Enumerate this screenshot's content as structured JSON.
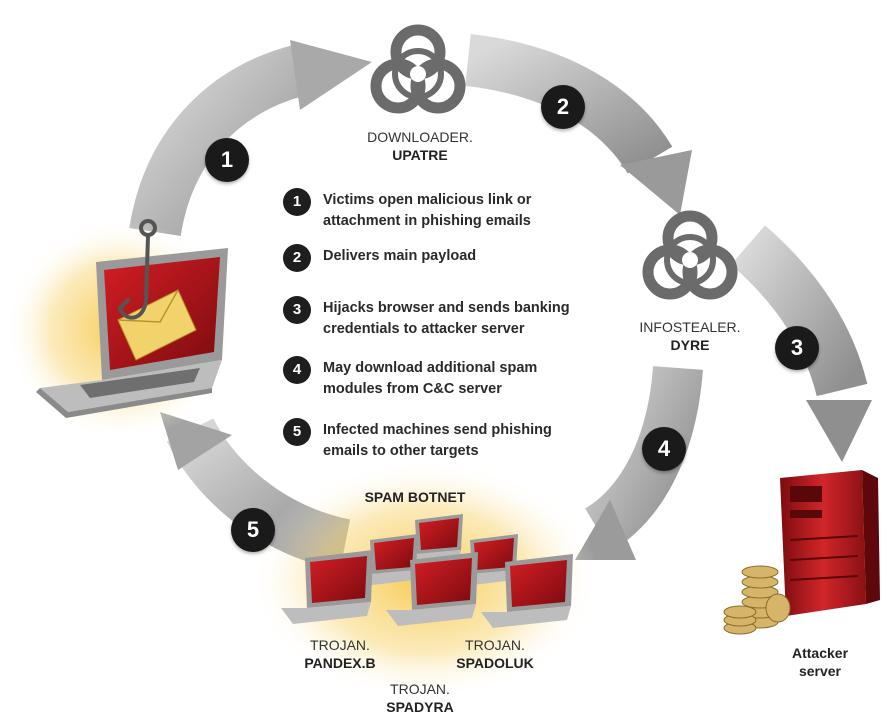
{
  "nodes": {
    "downloader": {
      "line1": "DOWNLOADER.",
      "line2": "UPATRE"
    },
    "infostealer": {
      "line1": "INFOSTEALER.",
      "line2": "DYRE"
    },
    "spam_botnet": {
      "title": "SPAM BOTNET"
    },
    "trojan_pandex": {
      "line1": "TROJAN.",
      "line2": "PANDEX.B"
    },
    "trojan_spadoluk": {
      "line1": "TROJAN.",
      "line2": "SPADOLUK"
    },
    "trojan_spadyra": {
      "line1": "TROJAN.",
      "line2": "SPADYRA"
    },
    "attacker": {
      "line1": "Attacker",
      "line2": "server"
    }
  },
  "arrow_badges": [
    "1",
    "2",
    "3",
    "4",
    "5"
  ],
  "steps": [
    {
      "num": "1",
      "text": "Victims open malicious link or attachment in phishing emails"
    },
    {
      "num": "2",
      "text": "Delivers main payload"
    },
    {
      "num": "3",
      "text": "Hijacks browser and sends banking credentials to attacker server"
    },
    {
      "num": "4",
      "text": "May download additional spam modules from C&C server"
    },
    {
      "num": "5",
      "text": "Infected machines send phishing emails to other targets"
    }
  ],
  "colors": {
    "arrow": "#a8a8a8",
    "badge": "#1a1a1a",
    "screen_red": "#b3141a",
    "glow": "#f5c542",
    "envelope": "#f2d36b"
  }
}
